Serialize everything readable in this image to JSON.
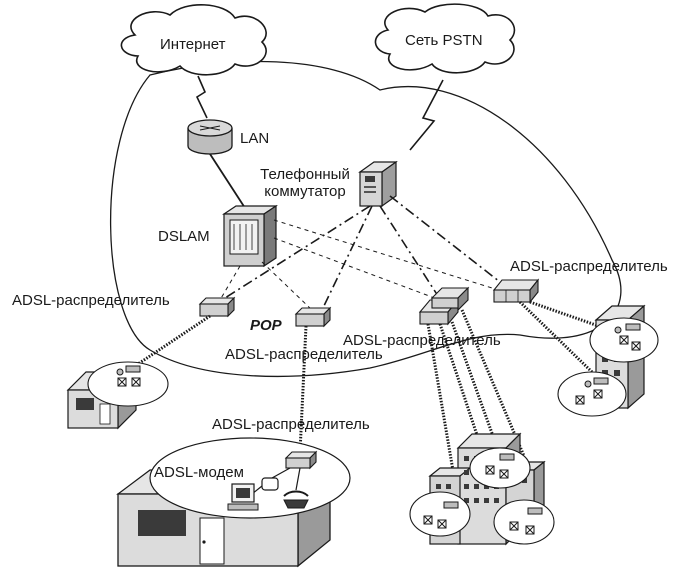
{
  "labels": {
    "internet": "Интернет",
    "pstn": "Сеть PSTN",
    "lan": "LAN",
    "switch_line1": "Телефонный",
    "switch_line2": "коммутатор",
    "dslam": "DSLAM",
    "splitter_left": "ADSL-распределитель",
    "splitter_right": "ADSL-распределитель",
    "pop": "POP",
    "splitter_center": "ADSL-распределитель",
    "splitter_middle": "ADSL-распределитель",
    "splitter_lower": "ADSL-распределитель",
    "adsl_modem": "ADSL-модем"
  },
  "icons": {
    "cloud": "cloud-icon",
    "router": "router-icon",
    "phone_switch": "telephone-switch-icon",
    "dslam": "dslam-rack-icon",
    "splitter": "splitter-icon",
    "house": "house-icon",
    "building": "building-icon",
    "modem": "modem-icon",
    "computer": "computer-icon",
    "telephone": "telephone-icon"
  },
  "colors": {
    "ink": "#1a1a1a",
    "fill_light": "#e6e6e6",
    "fill_mid": "#bdbdbd",
    "fill_dark": "#3a3a3a"
  }
}
